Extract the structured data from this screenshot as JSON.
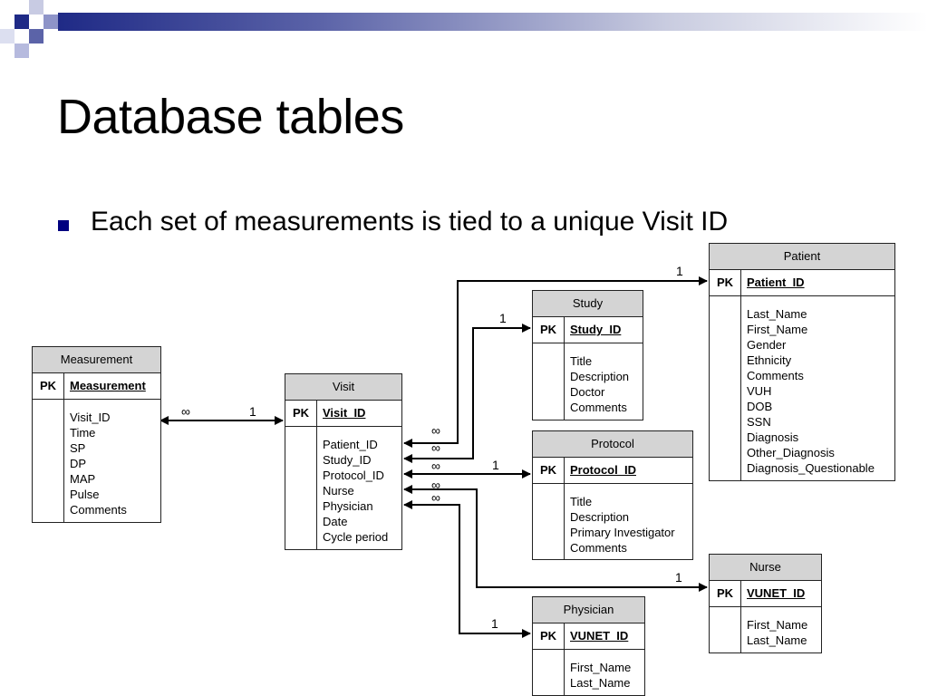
{
  "slide": {
    "title": "Database tables",
    "bullet": "Each set of measurements is tied to a unique Visit ID"
  },
  "tables": {
    "measurement": {
      "name": "Measurement",
      "pk_label": "PK",
      "key": "Measurement",
      "fields": [
        "Visit_ID",
        "Time",
        "SP",
        "DP",
        "MAP",
        "Pulse",
        "Comments"
      ]
    },
    "visit": {
      "name": "Visit",
      "pk_label": "PK",
      "key": "Visit_ID",
      "fields": [
        "Patient_ID",
        "Study_ID",
        "Protocol_ID",
        "Nurse",
        "Physician",
        "Date",
        "Cycle period"
      ]
    },
    "study": {
      "name": "Study",
      "pk_label": "PK",
      "key": "Study_ID",
      "fields": [
        "Title",
        "Description",
        "Doctor",
        "Comments"
      ]
    },
    "patient": {
      "name": "Patient",
      "pk_label": "PK",
      "key": "Patient_ID",
      "fields": [
        "Last_Name",
        "First_Name",
        "Gender",
        "Ethnicity",
        "Comments",
        "VUH",
        "DOB",
        "SSN",
        "Diagnosis",
        "Other_Diagnosis",
        "Diagnosis_Questionable"
      ]
    },
    "protocol": {
      "name": "Protocol",
      "pk_label": "PK",
      "key": "Protocol_ID",
      "fields": [
        "Title",
        "Description",
        "Primary Investigator",
        "Comments"
      ]
    },
    "nurse": {
      "name": "Nurse",
      "pk_label": "PK",
      "key": "VUNET_ID",
      "fields": [
        "First_Name",
        "Last_Name"
      ]
    },
    "physician": {
      "name": "Physician",
      "pk_label": "PK",
      "key": "VUNET_ID",
      "fields": [
        "First_Name",
        "Last_Name"
      ]
    }
  },
  "relationships": {
    "one": "1",
    "many": "∞"
  }
}
